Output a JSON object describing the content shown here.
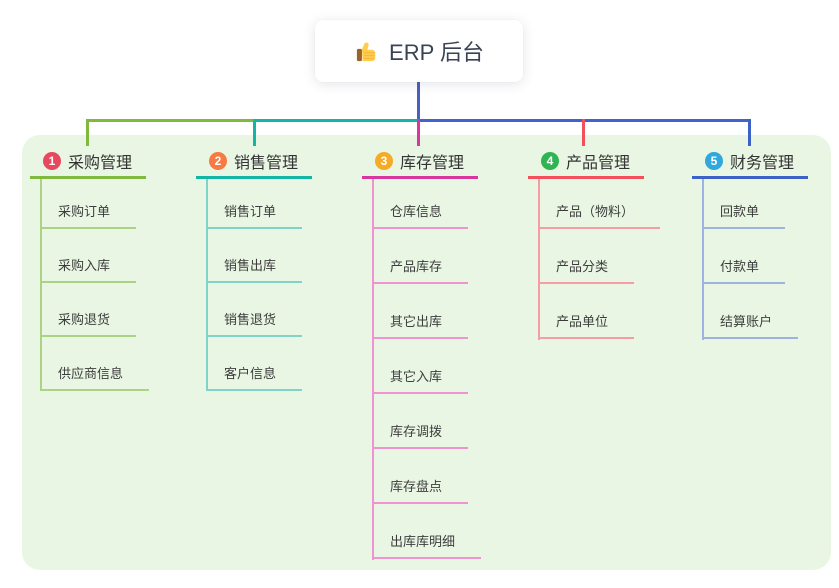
{
  "root": {
    "label": "ERP 后台",
    "icon": "thumbs-up"
  },
  "colors": {
    "board_bg": "#e9f6e4",
    "root_line": "#4a5fc1",
    "branch_lines": [
      "#80b93e",
      "#15b5a3",
      "#d8379f",
      "#f2505c",
      "#3c62c8"
    ],
    "child_lines": [
      "#abd386",
      "#7fd3c8",
      "#ef94d1",
      "#f79ca4",
      "#9fb3e3"
    ],
    "badges": [
      "#e8485e",
      "#f67a41",
      "#f6ab27",
      "#2eb552",
      "#30a8dc"
    ]
  },
  "branches": [
    {
      "badge": "1",
      "label": "采购管理",
      "children": [
        "采购订单",
        "采购入库",
        "采购退货",
        "供应商信息"
      ]
    },
    {
      "badge": "2",
      "label": "销售管理",
      "children": [
        "销售订单",
        "销售出库",
        "销售退货",
        "客户信息"
      ]
    },
    {
      "badge": "3",
      "label": "库存管理",
      "children": [
        "仓库信息",
        "产品库存",
        "其它出库",
        "其它入库",
        "库存调拨",
        "库存盘点",
        "出库库明细"
      ]
    },
    {
      "badge": "4",
      "label": "产品管理",
      "children": [
        "产品（物料）",
        "产品分类",
        "产品单位"
      ]
    },
    {
      "badge": "5",
      "label": "财务管理",
      "children": [
        "回款单",
        "付款单",
        "结算账户"
      ]
    }
  ]
}
